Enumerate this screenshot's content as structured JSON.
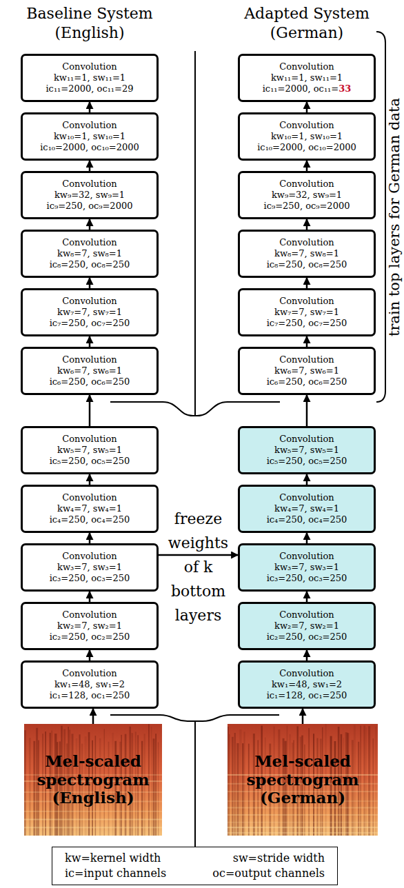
{
  "diagram": {
    "nodes": [
      {
        "text": [
          "Convolution",
          "kw₁=48, sw₁=2",
          "ic₁=128, oc₁=250"
        ]
      },
      {
        "text": [
          "Convolution",
          "kw₂=7, sw₂=1",
          "ic₂=250, oc₂=250"
        ]
      },
      {
        "text": [
          "Convolution",
          "kw₃=7, sw₃=1",
          "ic₃=250, oc₃=250"
        ]
      },
      {
        "text": [
          "Convolution",
          "kw₄=7, sw₄=1",
          "ic₄=250, oc₄=250"
        ]
      },
      {
        "text": [
          "Convolution",
          "kw₅=7, sw₅=1",
          "ic₅=250, oc₅=250"
        ]
      },
      {
        "text": [
          "Convolution",
          "kw₆=7, sw₆=1",
          "ic₆=250, oc₆=250"
        ]
      },
      {
        "text": [
          "Convolution",
          "kw₇=7, sw₇=1",
          "ic₇=250, oc₇=250"
        ]
      },
      {
        "text": [
          "Convolution",
          "kw₈=7, sw₈=1",
          "ic₈=250, oc₈=250"
        ]
      },
      {
        "text": [
          "Convolution",
          "kw₉=32, sw₉=1",
          "ic₉=250, oc₉=2000"
        ]
      },
      {
        "text": [
          "Convolution",
          "kw₁₀=1, sw₁₀=1",
          "ic₁₀=2000, oc₁₀=2000"
        ]
      },
      {
        "text": [
          "Convolution",
          "kw₁₁=1, sw₁₁=1",
          "ic₁₁=2000, oc₁₁=29"
        ]
      },
      {
        "text": [
          "Mel-scaled spectrogram (English)"
        ]
      },
      {
        "text": [
          "Convolution",
          "kw₁=48, sw₁=2",
          "ic₁=128, oc₁=250"
        ]
      },
      {
        "text": [
          "Convolution",
          "kw₂=7, sw₂=1",
          "ic₂=250, oc₂=250"
        ]
      },
      {
        "text": [
          "Convolution",
          "kw₃=7, sw₃=1",
          "ic₃=250, oc₃=250"
        ]
      },
      {
        "text": [
          "Convolution",
          "kw₄=7, sw₄=1",
          "ic₄=250, oc₄=250"
        ]
      },
      {
        "text": [
          "Convolution",
          "kw₅=7, sw₅=1",
          "ic₅=250, oc₅=250"
        ]
      },
      {
        "text": [
          "Convolution",
          "kw₆=7, sw₆=1",
          "ic₆=250, oc₆=250"
        ]
      },
      {
        "text": [
          "Convolution",
          "kw₇=7, sw₇=1",
          "ic₇=250, oc₇=250"
        ]
      },
      {
        "text": [
          "Convolution",
          "kw₈=7, sw₈=1",
          "ic₈=250, oc₈=250"
        ]
      },
      {
        "text": [
          "Convolution",
          "kw₉=32, sw₉=1",
          "ic₉=250, oc₉=2000"
        ]
      },
      {
        "text": [
          "Convolution",
          "kw₁₀=1, sw₁₀=1",
          "ic₁₀=2000, oc₁₀=2000"
        ]
      },
      {
        "text": [
          "Convolution",
          "kw₁₁=1, sw₁₁=1",
          "ic₁₁=2000, oc₁₁=",
          "33"
        ]
      },
      {
        "text": [
          "Mel-scaled spectrogram (German)"
        ]
      },
      {
        "text": [
          "kw=kernel width",
          "sw=stride width",
          "ic=input channels",
          "oc=output channels"
        ]
      }
    ],
    "edges": [
      {
        "from": 11,
        "to": 0,
        "arrow": "to"
      },
      {
        "from": 0,
        "to": 1,
        "arrow": "to"
      },
      {
        "from": 1,
        "to": 2,
        "arrow": "to"
      },
      {
        "from": 2,
        "to": 3,
        "arrow": "to"
      },
      {
        "from": 3,
        "to": 4,
        "arrow": "to"
      },
      {
        "from": 4,
        "to": 5,
        "arrow": "to"
      },
      {
        "from": 5,
        "to": 6,
        "arrow": "to"
      },
      {
        "from": 6,
        "to": 7,
        "arrow": "to"
      },
      {
        "from": 7,
        "to": 8,
        "arrow": "to"
      },
      {
        "from": 8,
        "to": 9,
        "arrow": "to"
      },
      {
        "from": 9,
        "to": 10,
        "arrow": "to"
      },
      {
        "from": 23,
        "to": 12,
        "arrow": "to"
      },
      {
        "from": 12,
        "to": 13,
        "arrow": "to"
      },
      {
        "from": 13,
        "to": 14,
        "arrow": "to"
      },
      {
        "from": 14,
        "to": 15,
        "arrow": "to"
      },
      {
        "from": 15,
        "to": 16,
        "arrow": "to"
      },
      {
        "from": 16,
        "to": 17,
        "arrow": "to"
      },
      {
        "from": 17,
        "to": 18,
        "arrow": "to"
      },
      {
        "from": 18,
        "to": 19,
        "arrow": "to"
      },
      {
        "from": 19,
        "to": 20,
        "arrow": "to"
      },
      {
        "from": 20,
        "to": 21,
        "arrow": "to"
      },
      {
        "from": 21,
        "to": 22,
        "arrow": "to"
      },
      {
        "from": 2,
        "to": 14,
        "label": "freeze weights of k bottom layers",
        "arrow": "to"
      }
    ],
    "labels": [
      "Baseline System (English)",
      "Adapted System (German)",
      "train top layers for German data"
    ]
  }
}
